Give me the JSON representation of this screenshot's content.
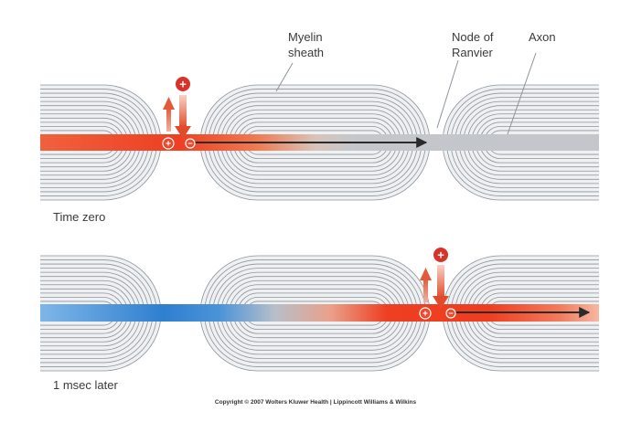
{
  "labels": {
    "myelin_line1": "Myelin",
    "myelin_line2": "sheath",
    "node_line1": "Node of",
    "node_line2": "Ranvier",
    "axon": "Axon",
    "time_zero": "Time zero",
    "later": "1 msec later",
    "copyright": "Copyright © 2007 Wolters Kluwer Health | Lippincott Williams & Wilkins"
  },
  "symbols": {
    "plus": "+",
    "minus": "−"
  },
  "colors": {
    "myelin_line": "#8d949c",
    "axon_gray": "#c3c7cc",
    "depolarized_red": "#ea3a1e",
    "repolarized_blue": "#3f8fd6",
    "ion_red": "#d8332b",
    "arrow_dark": "#2b2b2b"
  }
}
